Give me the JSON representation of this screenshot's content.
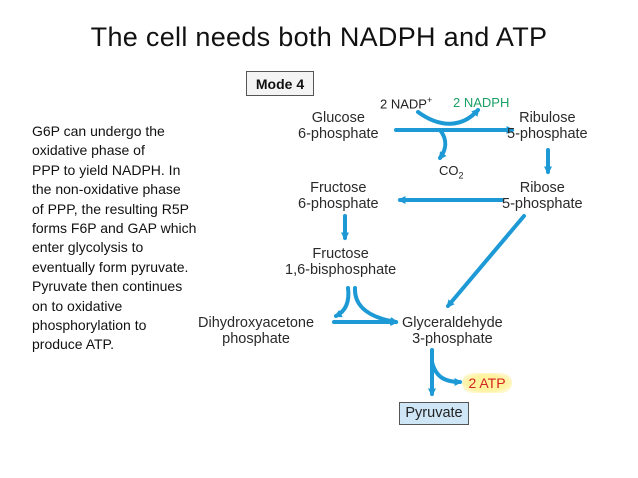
{
  "slide": {
    "title": "The cell needs both NADPH and ATP",
    "body_lines": [
      "G6P can undergo the",
      "oxidative phase of",
      "PPP to yield NADPH. In",
      "the non-oxidative phase",
      "of PPP, the resulting R5P",
      "forms F6P and GAP which",
      "enter glycolysis to",
      "eventually form pyruvate.",
      "Pyruvate then continues",
      "on to oxidative",
      "phosphorylation to",
      "produce ATP."
    ]
  },
  "diagram": {
    "mode_label": "Mode 4",
    "nodes": {
      "glucose6p": [
        "Glucose",
        "6-phosphate"
      ],
      "ribulose5p": [
        "Ribulose",
        "5-phosphate"
      ],
      "fructose6p": [
        "Fructose",
        "6-phosphate"
      ],
      "ribose5p": [
        "Ribose",
        "5-phosphate"
      ],
      "fructose16bp": [
        "Fructose",
        "1,6-bisphosphate"
      ],
      "dhap": [
        "Dihydroxyacetone",
        "phosphate"
      ],
      "gap": [
        "Glyceraldehyde",
        "3-phosphate"
      ],
      "pyruvate": "Pyruvate"
    },
    "cofactors": {
      "nadp_in": "2 NADP",
      "nadp_plus": "+",
      "nadph_out": "2 NADPH",
      "co2": "CO",
      "co2_sub": "2",
      "atp": "2 ATP"
    },
    "colors": {
      "arrow": "#1d9ad6",
      "nadph": "#1aa064",
      "atp_text": "#d32323",
      "atp_glow": "#fff79a",
      "pyruvate_fill": "#cfe6f7"
    }
  }
}
